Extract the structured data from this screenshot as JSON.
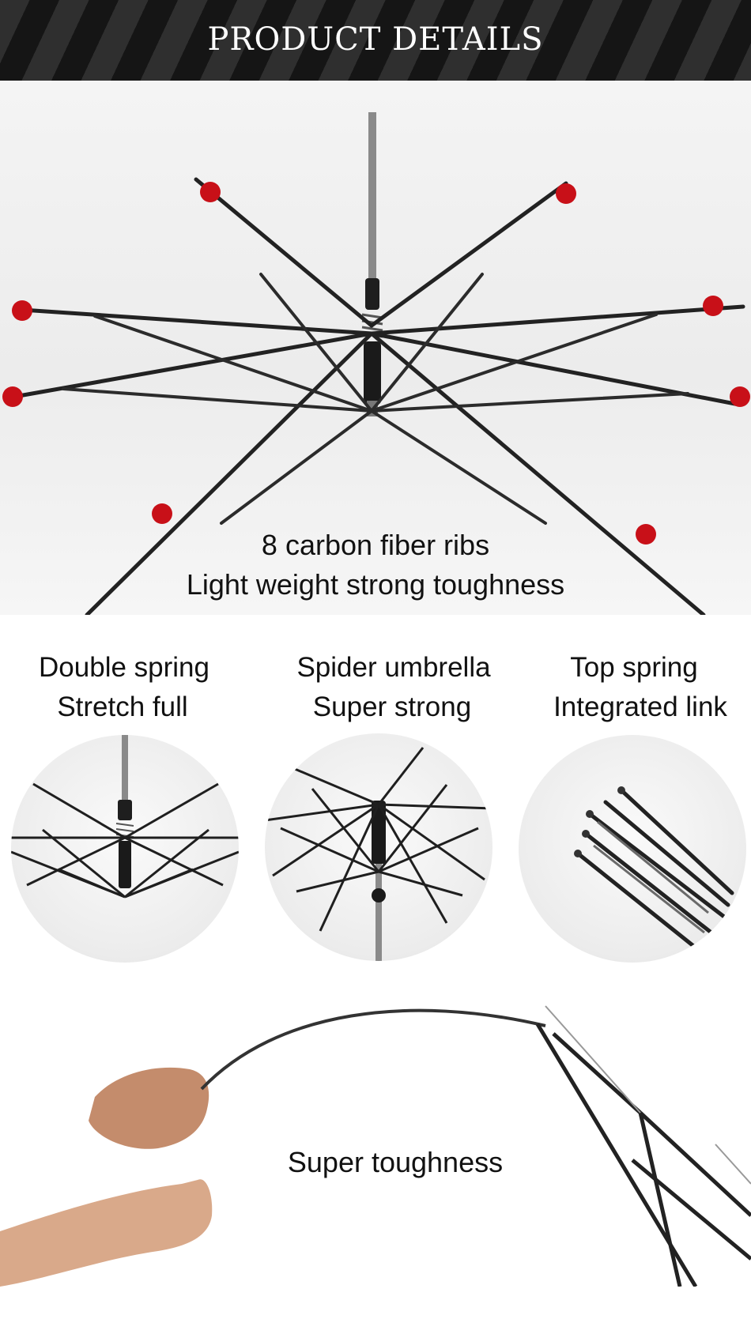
{
  "banner": {
    "title": "PRODUCT DETAILS"
  },
  "hero": {
    "caption_line1": "8 carbon fiber ribs",
    "caption_line2": "Light weight strong toughness"
  },
  "features": [
    {
      "line1": "Double spring",
      "line2": "Stretch full"
    },
    {
      "line1": "Spider umbrella",
      "line2": "Super strong"
    },
    {
      "line1": "Top spring",
      "line2": "Integrated link"
    }
  ],
  "bottom": {
    "caption": "Super toughness"
  },
  "colors": {
    "rib_tip_dot": "#c81018",
    "banner_dark": "#151515",
    "banner_stripe": "#2f2f2f"
  }
}
